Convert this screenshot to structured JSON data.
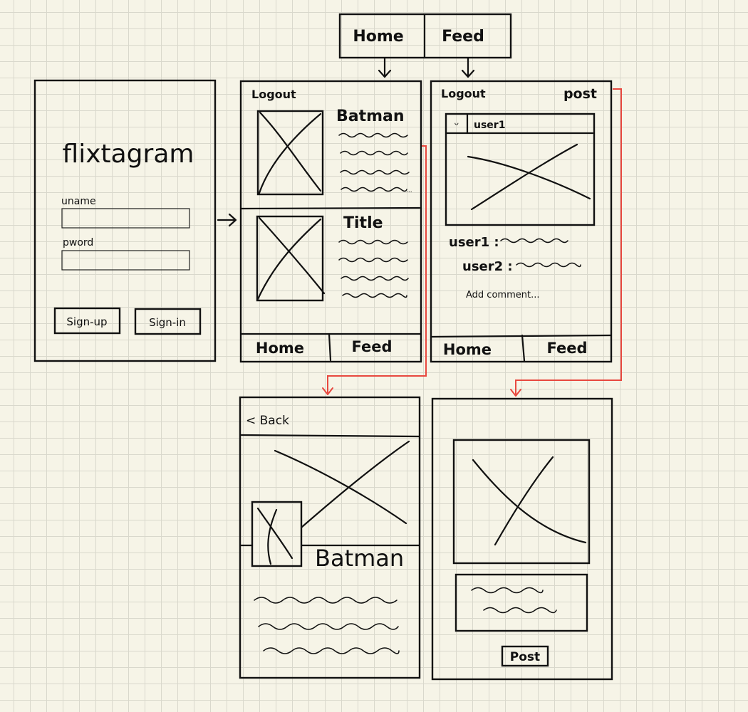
{
  "top_nav": {
    "home": "Home",
    "feed": "Feed"
  },
  "login_screen": {
    "app_title": "flixtagram",
    "username_label": "uname",
    "password_label": "pword",
    "signup_button": "Sign-up",
    "signin_button": "Sign-in"
  },
  "home_screen": {
    "logout": "Logout",
    "movies": [
      {
        "title": "Batman"
      },
      {
        "title": "Title"
      }
    ],
    "tab_home": "Home",
    "tab_feed": "Feed"
  },
  "feed_screen": {
    "logout": "Logout",
    "post": "post",
    "post_user": "user1",
    "avatar_glyph": "ᵕ",
    "comments": [
      {
        "user": "user1 :"
      },
      {
        "user": "user2 :"
      }
    ],
    "add_comment": "Add comment...",
    "tab_home": "Home",
    "tab_feed": "Feed"
  },
  "detail_screen": {
    "back": "< Back",
    "title": "Batman"
  },
  "compose_screen": {
    "post_button": "Post"
  },
  "colors": {
    "paper": "#f6f4e7",
    "grid": "#d9d8cc",
    "ink": "#111111",
    "flow_arrow": "#e8483f"
  },
  "icons": [
    "image-placeholder-icon",
    "smiley-avatar-icon",
    "arrow-down-icon",
    "arrow-right-icon"
  ]
}
